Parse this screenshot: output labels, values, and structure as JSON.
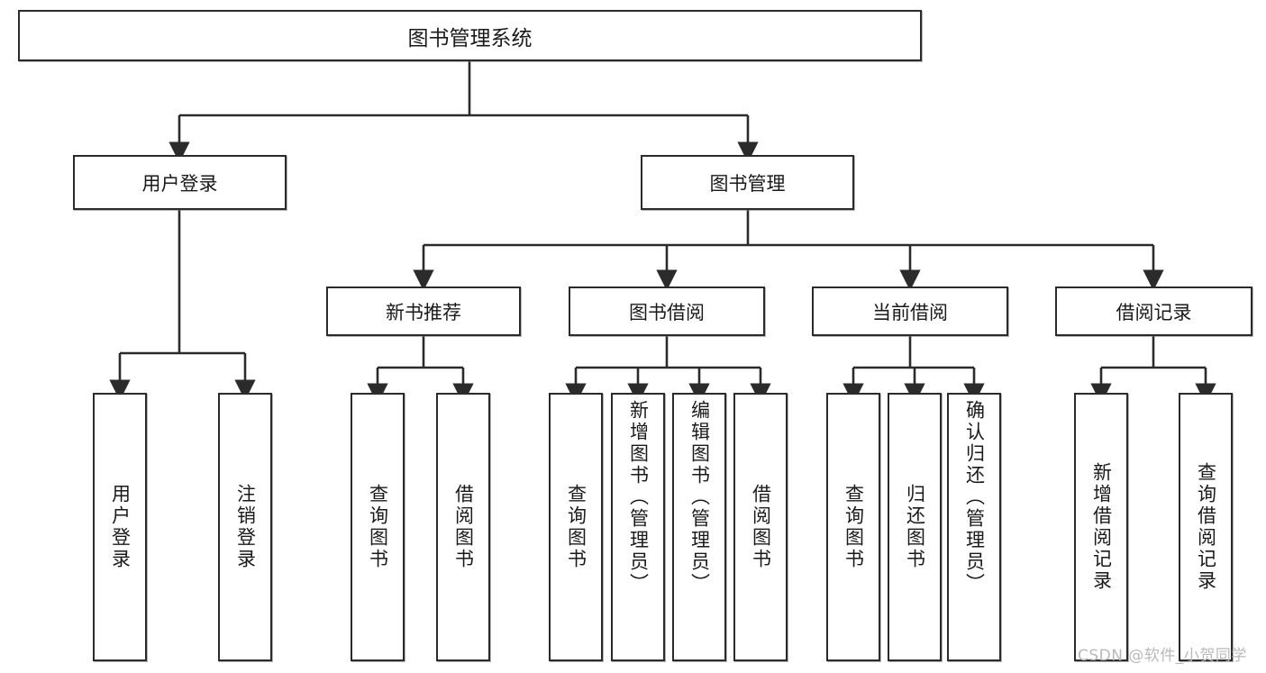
{
  "diagram": {
    "title": "图书管理系统",
    "root": {
      "label": "图书管理系统"
    },
    "level2": [
      {
        "label": "用户登录"
      },
      {
        "label": "图书管理"
      }
    ],
    "level3": [
      {
        "label": "新书推荐"
      },
      {
        "label": "图书借阅"
      },
      {
        "label": "当前借阅"
      },
      {
        "label": "借阅记录"
      }
    ],
    "leaves": {
      "user_login": [
        {
          "label": "用户登录"
        },
        {
          "label": "注销登录"
        }
      ],
      "new_book_recommend": [
        {
          "label": "查询图书"
        },
        {
          "label": "借阅图书"
        }
      ],
      "book_borrow": [
        {
          "label": "查询图书"
        },
        {
          "label": "新增图书（管理员）"
        },
        {
          "label": "编辑图书（管理员）"
        },
        {
          "label": "借阅图书"
        }
      ],
      "current_borrow": [
        {
          "label": "查询图书"
        },
        {
          "label": "归还图书"
        },
        {
          "label": "确认归还（管理员）"
        }
      ],
      "borrow_records": [
        {
          "label": "新增借阅记录"
        },
        {
          "label": "查询借阅记录"
        }
      ]
    }
  },
  "watermark": {
    "text": "CSDN @软件_小贺同学"
  },
  "colors": {
    "stroke": "#2b2b2b",
    "box_fill": "#ffffff",
    "text": "#1a1a1a",
    "watermark": "#b9b9b9",
    "background": "#ffffff"
  }
}
